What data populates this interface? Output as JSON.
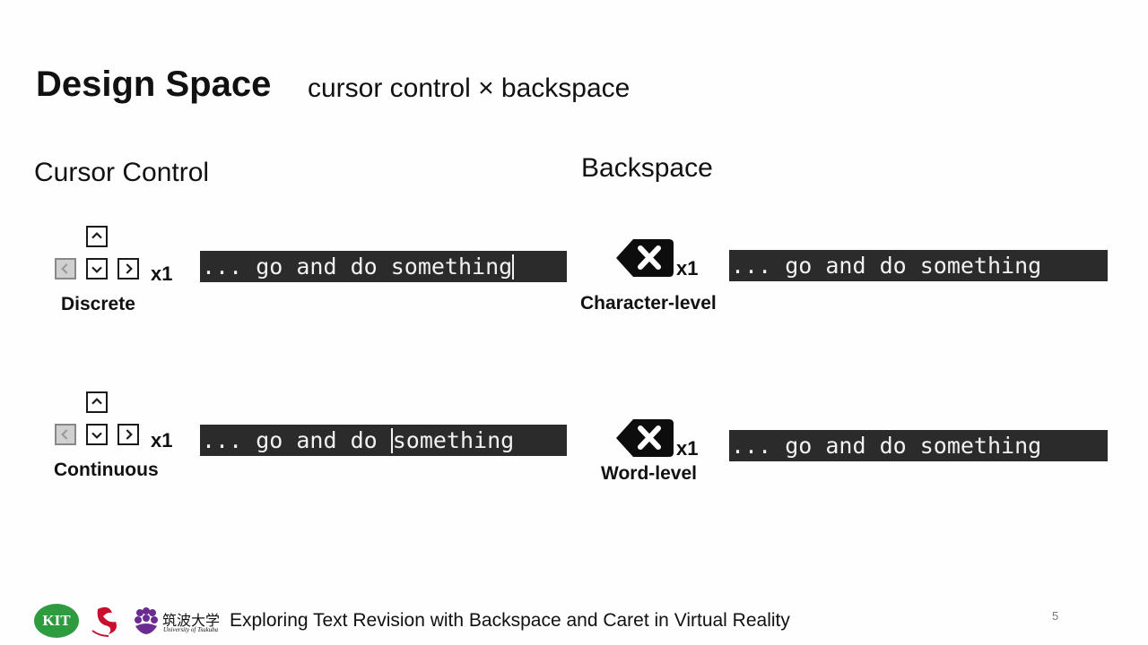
{
  "slide": {
    "title": "Design Space",
    "subtitle": "cursor control × backspace",
    "page_number": "5"
  },
  "cursor_control": {
    "heading": "Cursor Control",
    "discrete": {
      "caption": "Discrete",
      "multiplier": "x1"
    },
    "continuous": {
      "caption": "Continuous",
      "multiplier": "x1"
    }
  },
  "backspace": {
    "heading": "Backspace",
    "character_level": {
      "caption": "Character-level",
      "multiplier": "x1"
    },
    "word_level": {
      "caption": "Word-level",
      "multiplier": "x1"
    }
  },
  "text_sample": {
    "prefix": "... go and do ",
    "word": "something",
    "full": "... go and do something"
  },
  "footer": {
    "text": "Exploring Text Revision with Backspace and Caret in Virtual Reality",
    "logo_kit_text": "KIT",
    "logo_tsukuba_text": "筑波大学",
    "logo_tsukuba_sub": "University of Tsukuba"
  },
  "colors": {
    "text_bar": "#2b2b2b",
    "text_bar_text": "#f2f2f2",
    "kit_green": "#2e9b3e",
    "red_logo": "#c8102e",
    "tsukuba_purple": "#6a2c91"
  }
}
